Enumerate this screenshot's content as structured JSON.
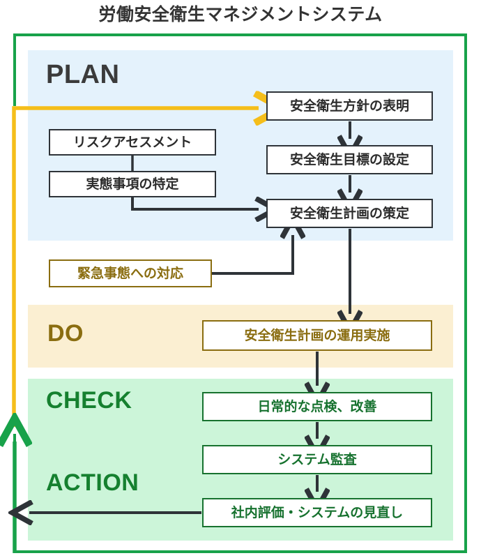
{
  "title": "労働安全衛生マネジメントシステム",
  "colors": {
    "frame_green": "#18a24a",
    "plan_band": "#e4f2fc",
    "do_band": "#fbefd2",
    "check_band": "#ccf5d9",
    "dark_line": "#2e3338",
    "gold": "#8a6d10",
    "green_text": "#17722f",
    "yellow_arrow": "#f5be1a",
    "title_text": "#333333"
  },
  "phases": {
    "plan": {
      "label": "PLAN"
    },
    "do": {
      "label": "DO"
    },
    "check": {
      "label": "CHECK"
    },
    "action": {
      "label": "ACTION"
    }
  },
  "boxes": {
    "policy": "安全衛生方針の表明",
    "goal": "安全衛生目標の設定",
    "plan_draft": "安全衛生計画の策定",
    "risk_assessment": "リスクアセスメント",
    "identify": "実態事項の特定",
    "emergency": "緊急事態への対応",
    "do_run": "安全衛生計画の運用実施",
    "daily_check": "日常的な点検、改善",
    "system_audit": "システム監査",
    "internal_review": "社内評価・システムの見直し"
  },
  "connectors": [
    {
      "name": "feedback-loop-to-policy",
      "color": "#f5be1a",
      "from": "action",
      "to": "policy"
    },
    {
      "name": "policy-to-goal",
      "color": "#2e3338"
    },
    {
      "name": "goal-to-plan-draft",
      "color": "#2e3338"
    },
    {
      "name": "risk-to-identify",
      "color": "#2e3338"
    },
    {
      "name": "identify-to-plan-draft",
      "color": "#2e3338"
    },
    {
      "name": "emergency-to-plan-draft",
      "color": "#2e3338"
    },
    {
      "name": "plan-draft-to-do-run",
      "color": "#2e3338"
    },
    {
      "name": "do-run-to-daily-check",
      "color": "#2e3338"
    },
    {
      "name": "daily-check-to-audit",
      "color": "#2e3338"
    },
    {
      "name": "audit-to-review",
      "color": "#2e3338"
    },
    {
      "name": "review-to-left",
      "color": "#2e3338"
    },
    {
      "name": "cycle-return-up",
      "color": "#18a24a"
    }
  ]
}
